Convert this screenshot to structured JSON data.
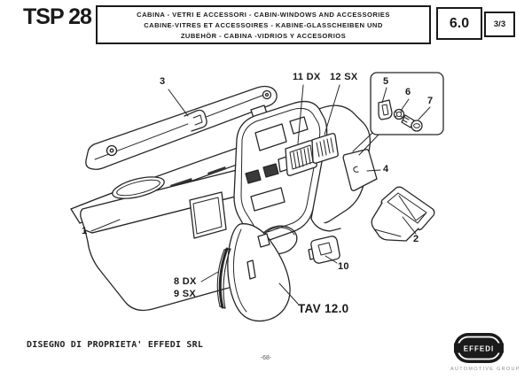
{
  "header": {
    "doc_code": "TSP 28",
    "title_lines": [
      "CABINA - VETRI E ACCESSORI - CABIN-WINDOWS AND ACCESSORIES",
      "CABINE-VITRES ET ACCESSOIRES - KABINE-GLASSCHEIBEN UND",
      "ZUBEHÖR - CABINA -VIDRIOS Y ACCESORIOS"
    ],
    "section_number": "6.0",
    "sheet_number": "3/3"
  },
  "diagram": {
    "callouts": {
      "c3": "3",
      "c11": "11 DX",
      "c12": "12 SX",
      "c5": "5",
      "c6": "6",
      "c7": "7",
      "c4": "4",
      "c1": "1",
      "c2": "2",
      "c10": "10",
      "c8": "8 DX",
      "c9": "9 SX"
    },
    "reference": "TAV 12.0"
  },
  "footer": {
    "property_notice": "DISEGNO DI PROPRIETA' EFFEDI SRL",
    "page_number": "-68-",
    "logo_text": "EFFEDI",
    "logo_subtext": "AUTOMOTIVE GROUP"
  },
  "colors": {
    "ink": "#262626",
    "paper": "#ffffff",
    "logo_gray": "#8d8d8d"
  }
}
